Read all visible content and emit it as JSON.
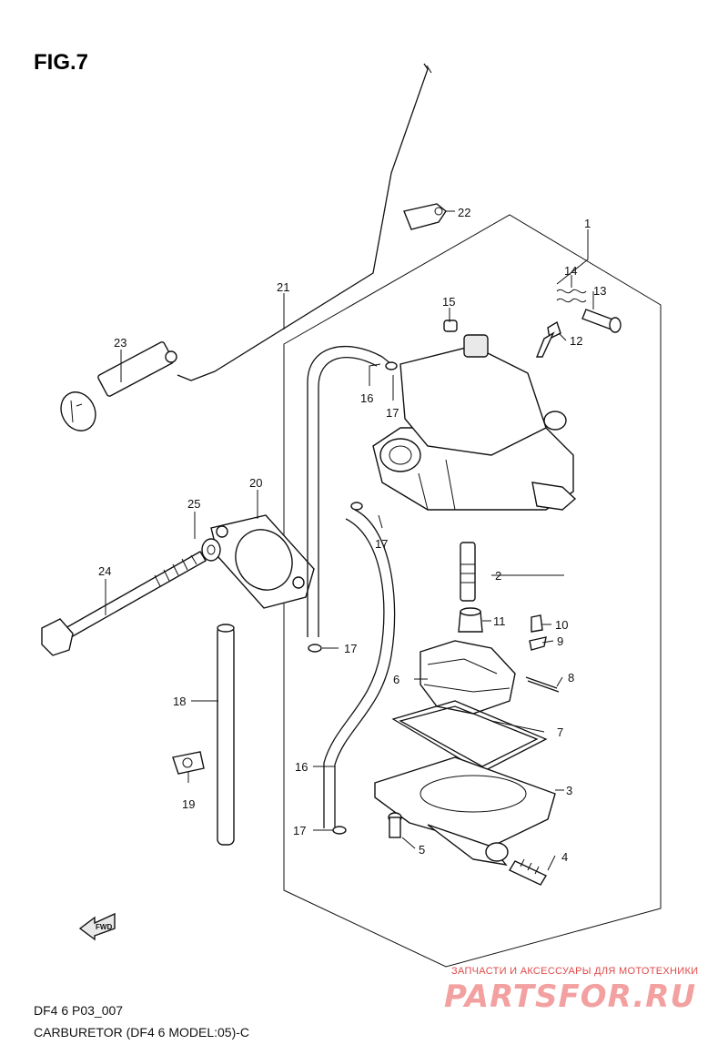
{
  "figure": {
    "title": "FIG.7",
    "code": "DF4 6 P03_007",
    "caption": "CARBURETOR (DF4 6 MODEL:05)-C",
    "fwd_label": "FWD"
  },
  "callouts": [
    {
      "id": "1",
      "text": "1"
    },
    {
      "id": "2",
      "text": "2"
    },
    {
      "id": "3",
      "text": "3"
    },
    {
      "id": "4",
      "text": "4"
    },
    {
      "id": "5",
      "text": "5"
    },
    {
      "id": "6",
      "text": "6"
    },
    {
      "id": "7",
      "text": "7"
    },
    {
      "id": "8",
      "text": "8"
    },
    {
      "id": "9",
      "text": "9"
    },
    {
      "id": "10",
      "text": "10"
    },
    {
      "id": "11",
      "text": "11"
    },
    {
      "id": "12",
      "text": "12"
    },
    {
      "id": "13",
      "text": "13"
    },
    {
      "id": "14",
      "text": "14"
    },
    {
      "id": "15",
      "text": "15"
    },
    {
      "id": "16a",
      "text": "16"
    },
    {
      "id": "16b",
      "text": "16"
    },
    {
      "id": "17a",
      "text": "17"
    },
    {
      "id": "17b",
      "text": "17"
    },
    {
      "id": "17c",
      "text": "17"
    },
    {
      "id": "17d",
      "text": "17"
    },
    {
      "id": "18",
      "text": "18"
    },
    {
      "id": "19",
      "text": "19"
    },
    {
      "id": "20",
      "text": "20"
    },
    {
      "id": "21",
      "text": "21"
    },
    {
      "id": "22",
      "text": "22"
    },
    {
      "id": "23",
      "text": "23"
    },
    {
      "id": "24",
      "text": "24"
    },
    {
      "id": "25",
      "text": "25"
    }
  ],
  "watermark": {
    "tagline": "ЗАПЧАСТИ И АКСЕССУАРЫ ДЛЯ МОТОТЕХНИКИ",
    "brand": "PARTSFOR.RU"
  }
}
